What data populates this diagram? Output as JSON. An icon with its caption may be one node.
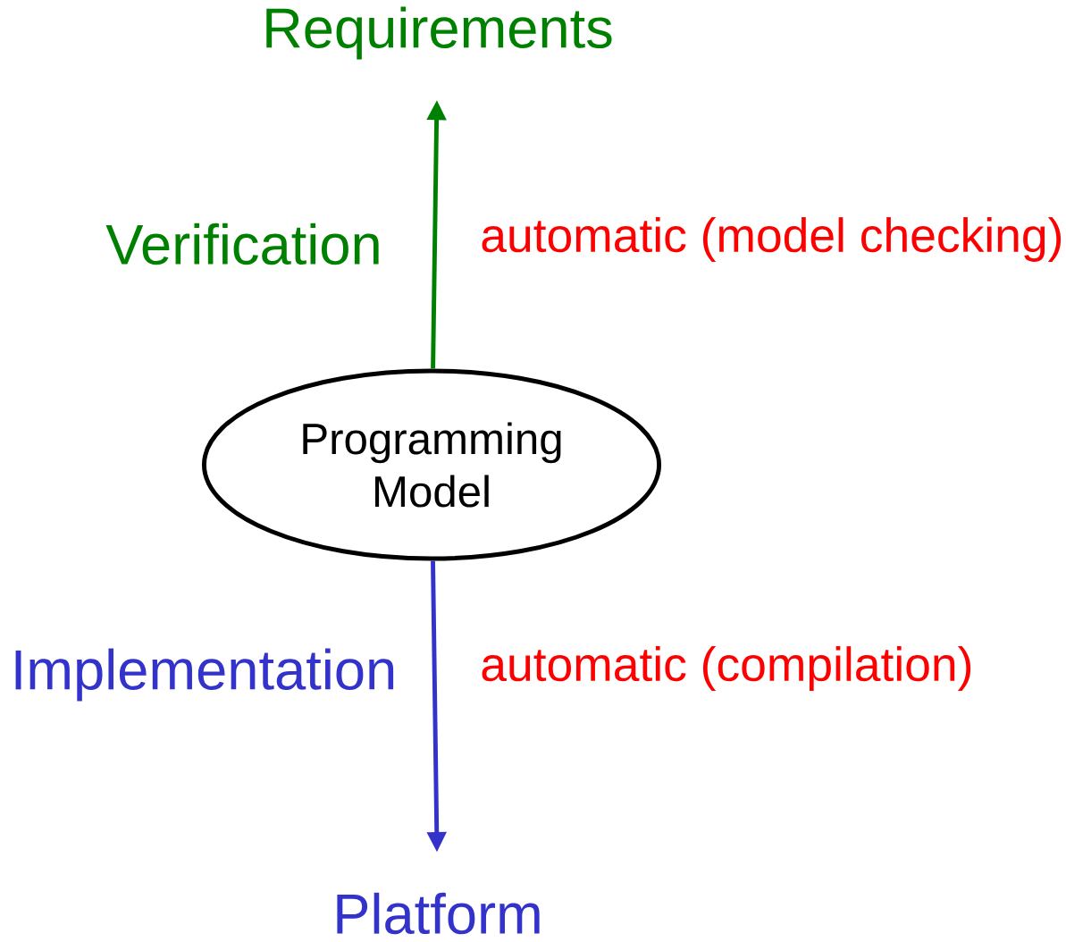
{
  "diagram": {
    "nodes": [
      {
        "text": [
          "Requirements"
        ]
      },
      {
        "text": [
          "Programming Model"
        ]
      },
      {
        "text": [
          "Platform"
        ]
      }
    ],
    "edges": [
      {
        "from": 1,
        "to": 0,
        "arrow": "to",
        "color": "#008000"
      },
      {
        "from": 1,
        "to": 2,
        "arrow": "to",
        "color": "#3333cc"
      }
    ],
    "labels": [
      "Verification",
      "automatic (model checking)",
      "Implementation",
      "automatic (compilation)"
    ]
  }
}
